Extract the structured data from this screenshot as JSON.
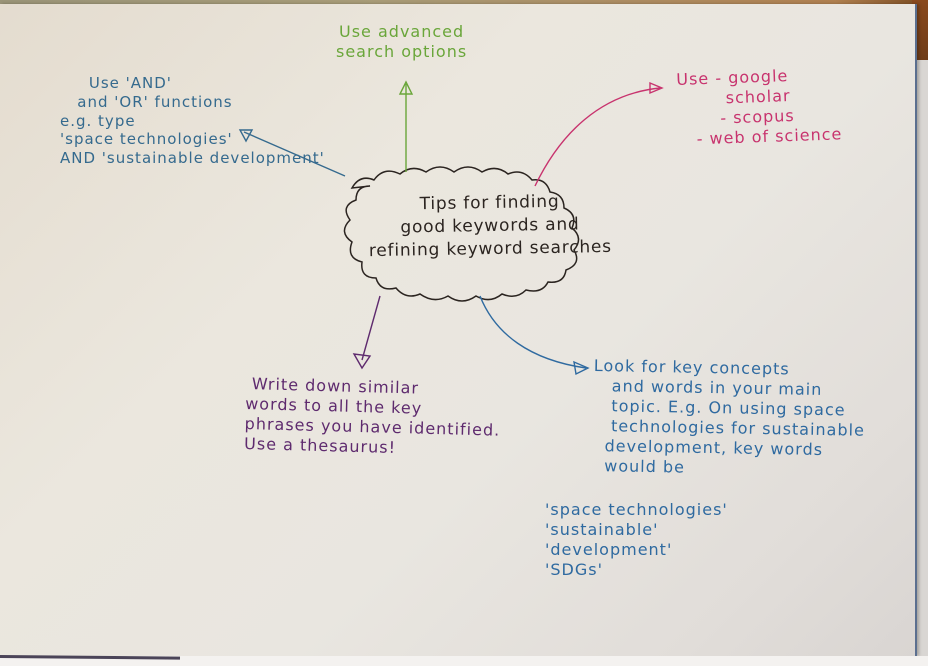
{
  "diagram": {
    "type": "mind-map",
    "medium": "hand-drawn on paper",
    "central_node": {
      "text": "Tips for finding\ngood keywords and\nrefining keyword searches",
      "shape": "cloud",
      "color": "#2b2420"
    },
    "branches": [
      {
        "id": "advanced-search",
        "direction": "up",
        "color": "#6aa63a",
        "text": "Use advanced\nsearch options"
      },
      {
        "id": "databases",
        "direction": "up-right",
        "color": "#c8336e",
        "text": "Use - google\n        scholar\n       - scopus\n   - web of science"
      },
      {
        "id": "boolean",
        "direction": "up-left",
        "color": "#356a8e",
        "text": "     Use 'AND'\n   and 'OR' functions\ne.g. type\n'space technologies'\nAND 'sustainable development'"
      },
      {
        "id": "synonyms",
        "direction": "down-left",
        "color": "#5e2a6e",
        "text": " Write down similar\nwords to all the key\nphrases you have identified.\nUse a thesaurus!"
      },
      {
        "id": "key-concepts",
        "direction": "down-right",
        "color": "#2f6aa0",
        "text": "Look for key concepts\n   and words in your main\n   topic. E.g. On using space\n   technologies for sustainable\n  development, key words\n  would be",
        "examples": "'space technologies'\n'sustainable'\n'development'\n'SDGs'"
      }
    ],
    "colors": {
      "paper": "#e9e6e0",
      "desk": "#8a5a2e",
      "paper_edge": "#5b6f8f"
    }
  }
}
